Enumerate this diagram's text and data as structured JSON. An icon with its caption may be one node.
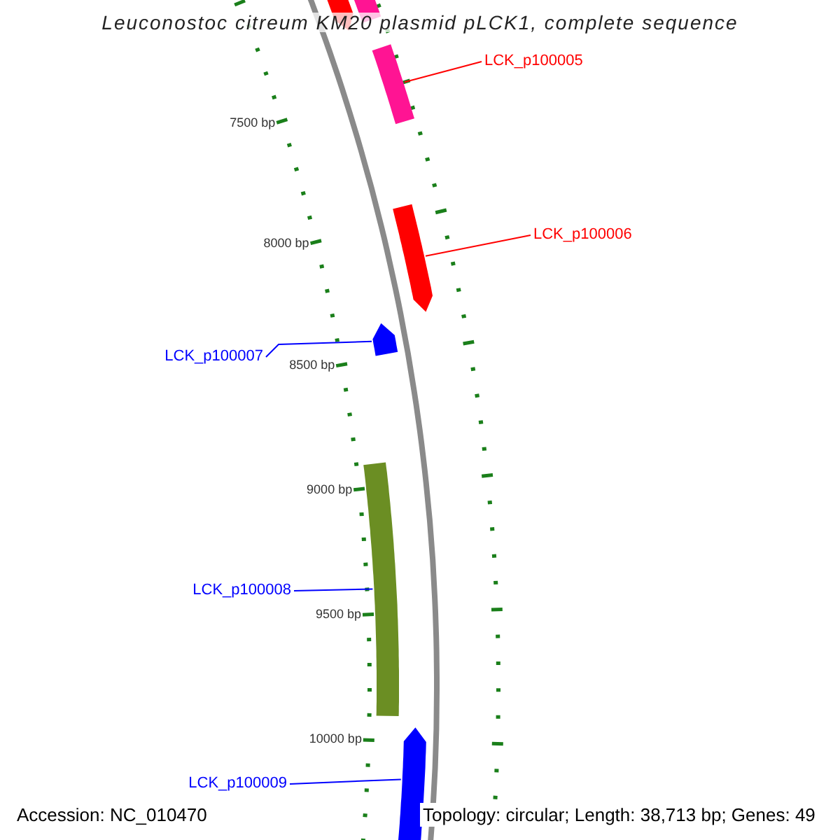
{
  "diagram": {
    "title": "Leuconostoc citreum KM20 plasmid pLCK1, complete sequence",
    "nodes": [
      {
        "text": [
          "LCK_p100005"
        ]
      },
      {
        "text": [],
        "shape": "bar"
      },
      {
        "text": [
          "LCK_p100006"
        ]
      },
      {
        "text": [],
        "shape": "arrow"
      },
      {
        "text": [
          "LCK_p100007"
        ]
      },
      {
        "text": [],
        "shape": "arrow"
      },
      {
        "text": [
          "LCK_p100008"
        ]
      },
      {
        "text": [],
        "shape": "bar"
      },
      {
        "text": [
          "LCK_p100009"
        ]
      },
      {
        "text": [],
        "shape": "arrow"
      }
    ],
    "edges": [
      {
        "from": 0,
        "to": 1,
        "arrow": "none",
        "color": "#ff0000"
      },
      {
        "from": 2,
        "to": 3,
        "arrow": "none",
        "color": "#ff0000"
      },
      {
        "from": 4,
        "to": 5,
        "arrow": "none"
      },
      {
        "from": 6,
        "to": 7,
        "arrow": "none"
      },
      {
        "from": 8,
        "to": 9,
        "arrow": "none"
      }
    ],
    "labels": [
      "7500 bp",
      "8000 bp",
      "8500 bp",
      "9000 bp",
      "9500 bp",
      "10000 bp",
      "Accession: NC_010470",
      "Topology: circular; Length: 38,713 bp; Genes: 49"
    ]
  }
}
